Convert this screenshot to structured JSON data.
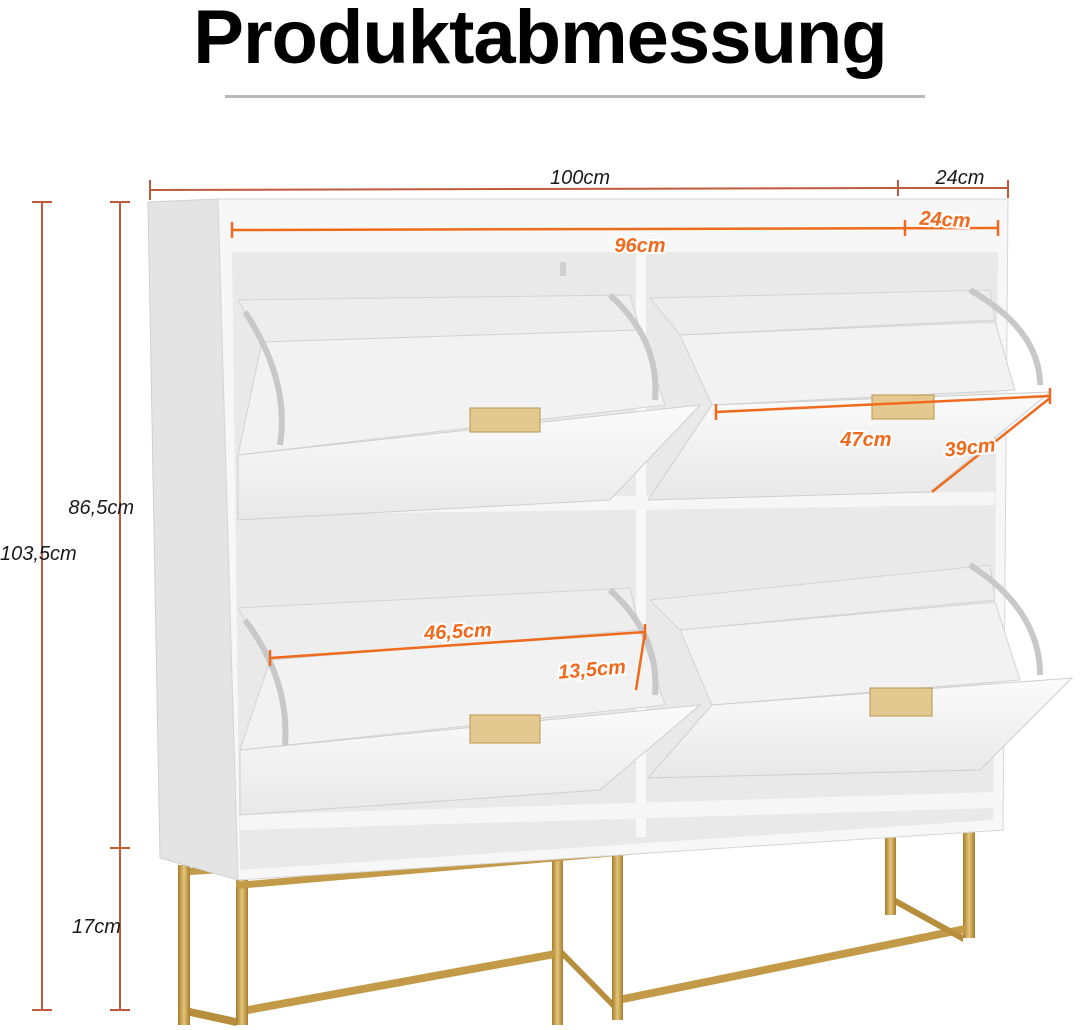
{
  "title": "Produktabmessung",
  "dimensions": {
    "width": "100cm",
    "depth": "24cm",
    "inner_depth": "24cm",
    "inner_width": "96cm",
    "flap_width": "47cm",
    "flap_depth": "39cm",
    "body_height": "86,5cm",
    "total_height": "103,5cm",
    "compartment_width": "46,5cm",
    "compartment_depth": "13,5cm",
    "leg_height": "17cm"
  },
  "colors": {
    "annotation_dark": "#c05a3a",
    "annotation_highlight": "#f06a1e",
    "frame": "#c9a24e",
    "cabinet": "#f4f4f4"
  }
}
